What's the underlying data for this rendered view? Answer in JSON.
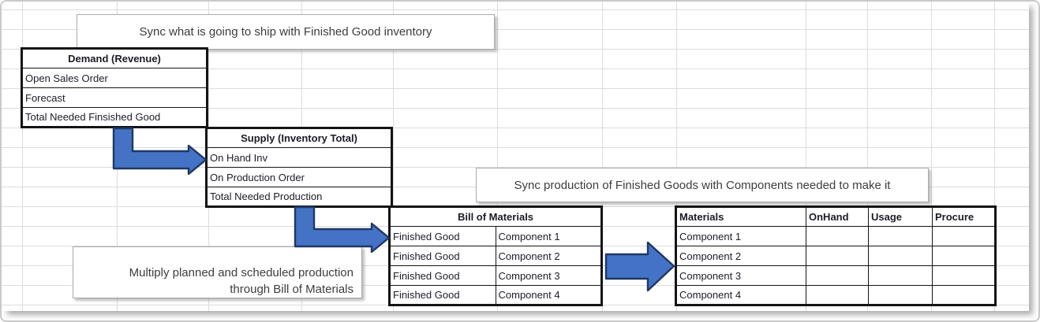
{
  "callouts": {
    "sync_ship": "Sync what is going to ship with Finished Good inventory",
    "sync_production": "Sync production of Finished Goods with Components needed to make it",
    "multiply_line1": "Multiply planned and scheduled production",
    "multiply_line2": "through Bill of Materials"
  },
  "demand": {
    "title": "Demand (Revenue)",
    "rows": [
      "Open Sales Order",
      "Forecast",
      "Total Needed Finsished Good"
    ]
  },
  "supply": {
    "title": "Supply (Inventory Total)",
    "rows": [
      "On Hand Inv",
      "On Production Order",
      "Total Needed Production"
    ]
  },
  "bom": {
    "title": "Bill of Materials",
    "rows": [
      [
        "Finished Good",
        "Component 1"
      ],
      [
        "Finished Good",
        "Component 2"
      ],
      [
        "Finished Good",
        "Component 3"
      ],
      [
        "Finished Good",
        "Component 4"
      ]
    ]
  },
  "materials": {
    "headers": [
      "Materials",
      "OnHand",
      "Usage",
      "Procure"
    ],
    "rows": [
      [
        "Component 1",
        "",
        "",
        ""
      ],
      [
        "Component 2",
        "",
        "",
        ""
      ],
      [
        "Component 3",
        "",
        "",
        ""
      ],
      [
        "Component 4",
        "",
        "",
        ""
      ]
    ]
  },
  "colors": {
    "arrow_fill": "#4472C4",
    "arrow_border": "#1F3864",
    "table_border": "#141414",
    "gridline": "#DCDCDC"
  }
}
